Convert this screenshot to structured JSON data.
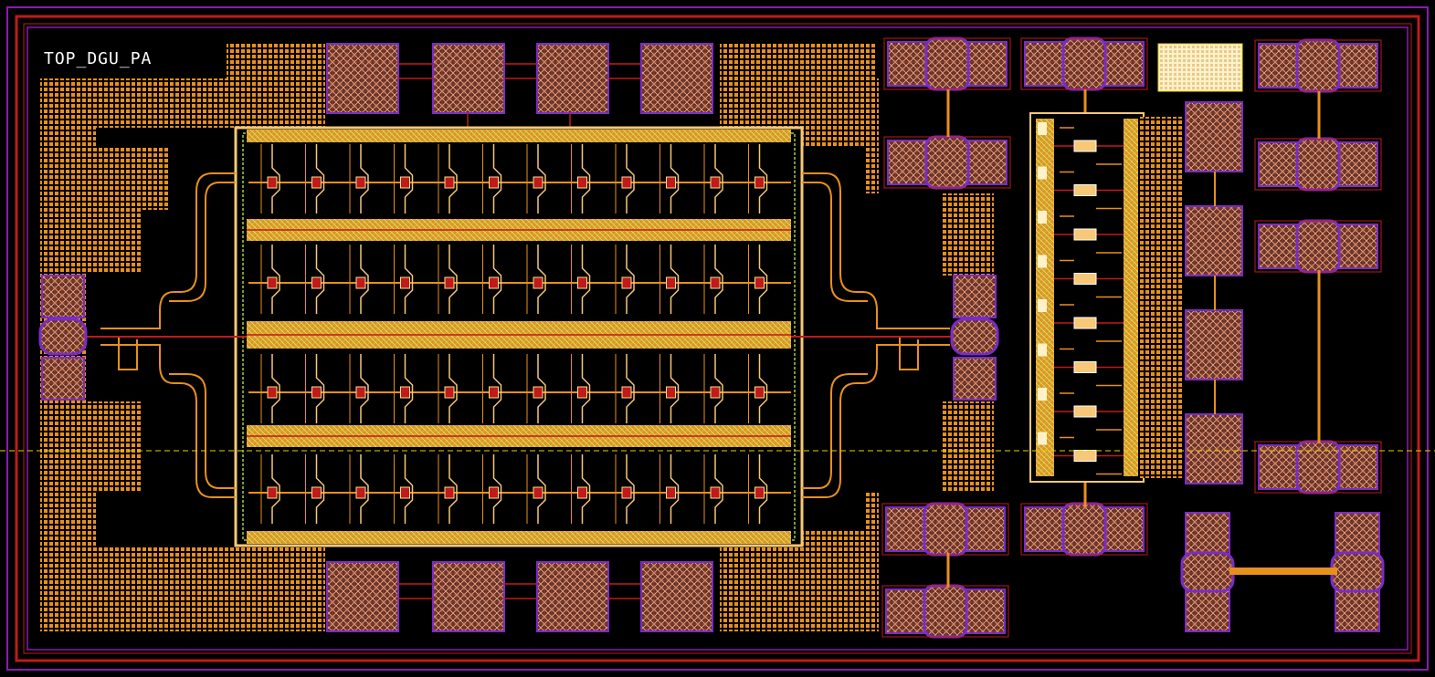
{
  "cell": {
    "name": "TOP_DGU_PA"
  },
  "colors": {
    "background": "#000000",
    "metal_orange": "#e8901c",
    "metal_light": "#f6c877",
    "pad_fill": "#6a3a2a",
    "pad_outline": "#7a2cc8",
    "pad_hatch": "#e8a080",
    "border_red": "#c01a1a",
    "border_purple": "#8a1ab0",
    "guide_yellow": "#e6d400",
    "via_green": "#9fcf40",
    "white": "#ffffff",
    "cream": "#fff2c8"
  },
  "finger_rows": 4,
  "finger_columns": 12,
  "stage_count": 8
}
